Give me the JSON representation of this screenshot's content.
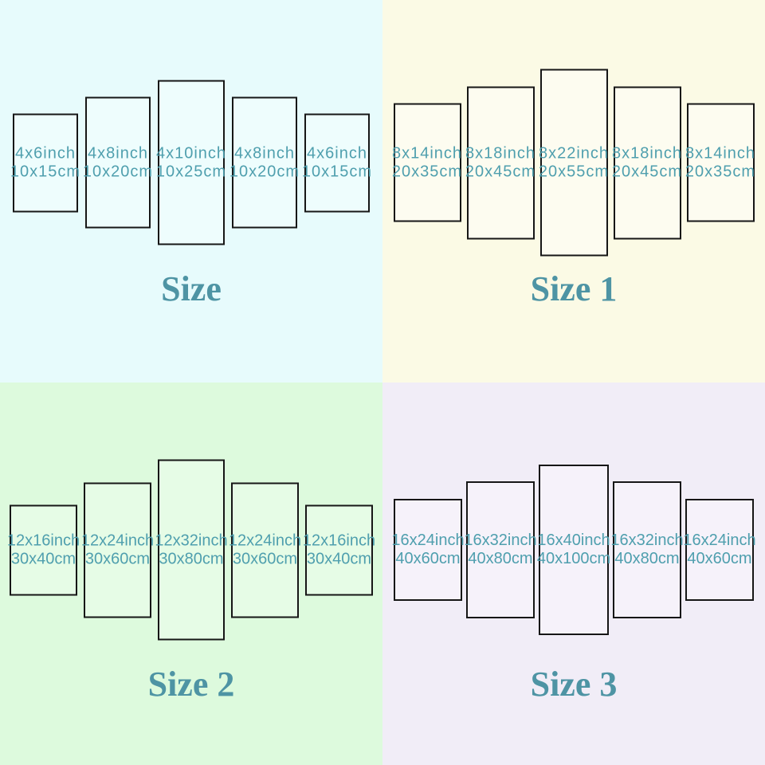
{
  "colors": {
    "label_text": "#4f9fae",
    "title_text": "#4e94a4",
    "panel_border": "#161616"
  },
  "quadrants": [
    {
      "title": "Size",
      "bg": "#e7fbfc",
      "panel_fill": "#eefdfd",
      "panels": [
        {
          "inch": "4x6inch",
          "cm": "10x15cm"
        },
        {
          "inch": "4x8inch",
          "cm": "10x20cm"
        },
        {
          "inch": "4x10inch",
          "cm": "10x25cm"
        },
        {
          "inch": "4x8inch",
          "cm": "10x20cm"
        },
        {
          "inch": "4x6inch",
          "cm": "10x15cm"
        }
      ]
    },
    {
      "title": "Size 1",
      "bg": "#fbfae5",
      "panel_fill": "#fdfcf0",
      "panels": [
        {
          "inch": "8x14inch",
          "cm": "20x35cm"
        },
        {
          "inch": "8x18inch",
          "cm": "20x45cm"
        },
        {
          "inch": "8x22inch",
          "cm": "20x55cm"
        },
        {
          "inch": "8x18inch",
          "cm": "20x45cm"
        },
        {
          "inch": "8x14inch",
          "cm": "20x35cm"
        }
      ]
    },
    {
      "title": "Size 2",
      "bg": "#ddfadd",
      "panel_fill": "#e6fce6",
      "panels": [
        {
          "inch": "12x16inch",
          "cm": "30x40cm"
        },
        {
          "inch": "12x24inch",
          "cm": "30x60cm"
        },
        {
          "inch": "12x32inch",
          "cm": "30x80cm"
        },
        {
          "inch": "12x24inch",
          "cm": "30x60cm"
        },
        {
          "inch": "12x16inch",
          "cm": "30x40cm"
        }
      ]
    },
    {
      "title": "Size 3",
      "bg": "#f1edf7",
      "panel_fill": "#f6f2fa",
      "panels": [
        {
          "inch": "16x24inch",
          "cm": "40x60cm"
        },
        {
          "inch": "16x32inch",
          "cm": "40x80cm"
        },
        {
          "inch": "16x40inch",
          "cm": "40x100cm"
        },
        {
          "inch": "16x32inch",
          "cm": "40x80cm"
        },
        {
          "inch": "16x24inch",
          "cm": "40x60cm"
        }
      ]
    }
  ]
}
